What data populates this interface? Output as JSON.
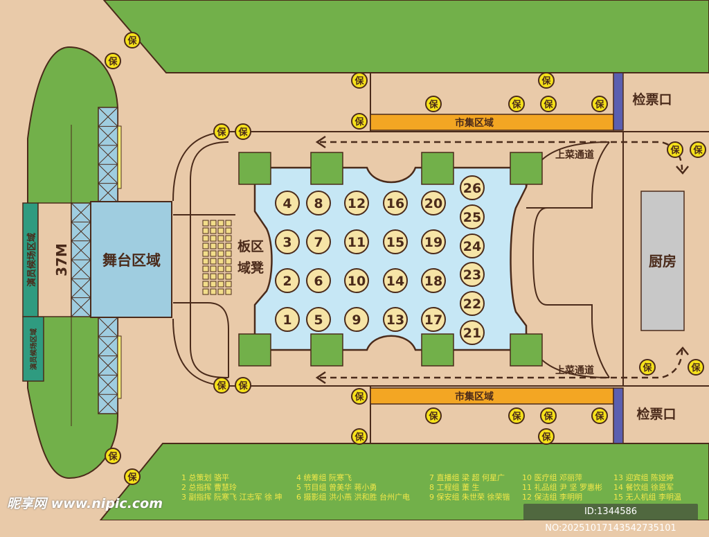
{
  "labels": {
    "stage": "舞台区域",
    "width_marker": "37M",
    "waiting_area_1": "演员候场区域",
    "waiting_area_2": "演员候场区域",
    "bench_area_line1": "板区",
    "bench_area_line2": "域凳",
    "market_top": "市集区域",
    "market_bottom": "市集区域",
    "ticket_top": "检票口",
    "ticket_bottom": "检票口",
    "serving_top": "上菜通道",
    "serving_bottom": "上菜通道",
    "kitchen": "厨房",
    "security_badge": "保"
  },
  "tables": {
    "grid_columns": [
      [
        4,
        3,
        2,
        1
      ],
      [
        8,
        7,
        6,
        5
      ],
      [
        12,
        11,
        10,
        9
      ],
      [
        16,
        15,
        14,
        13
      ],
      [
        20,
        19,
        18,
        17
      ]
    ],
    "right_column": [
      26,
      25,
      24,
      23,
      22,
      21
    ]
  },
  "legend": [
    [
      "1 总策划 骆平",
      "4 统筹组 阮寒飞",
      "7 直播组 梁 超  何星广",
      "10 医疗组 邓丽萍",
      "13 迎宾组 陈娅婷"
    ],
    [
      "2 总指挥 曹慧玲",
      "5 节目组 曾美华  蒋小勇",
      "8 工程组 董 生",
      "11 礼品组 尹 坚  罗惠彬",
      "14 餐饮组 徐恩军"
    ],
    [
      "3 副指挥 阮寒飞  江志军  徐 坤",
      "6 摄影组 洪小燕  洪和胜   台州广电",
      "9 保安组 朱世荣  徐荣锴",
      "12 保洁组 李明明",
      "15 无人机组 李明温"
    ]
  ],
  "watermark": "昵享网 www.nipic.com",
  "image_id": "ID:1344586 NO:20251017143542735101",
  "colors": {
    "ground": "#e9caa9",
    "grass": "#72b04a",
    "hall": "#c6e7f5",
    "stage": "#9fcde0",
    "market": "#f3a623",
    "ticket": "#5b5fb0",
    "waiting": "#2f9b80",
    "outline": "#4a2a1a"
  }
}
